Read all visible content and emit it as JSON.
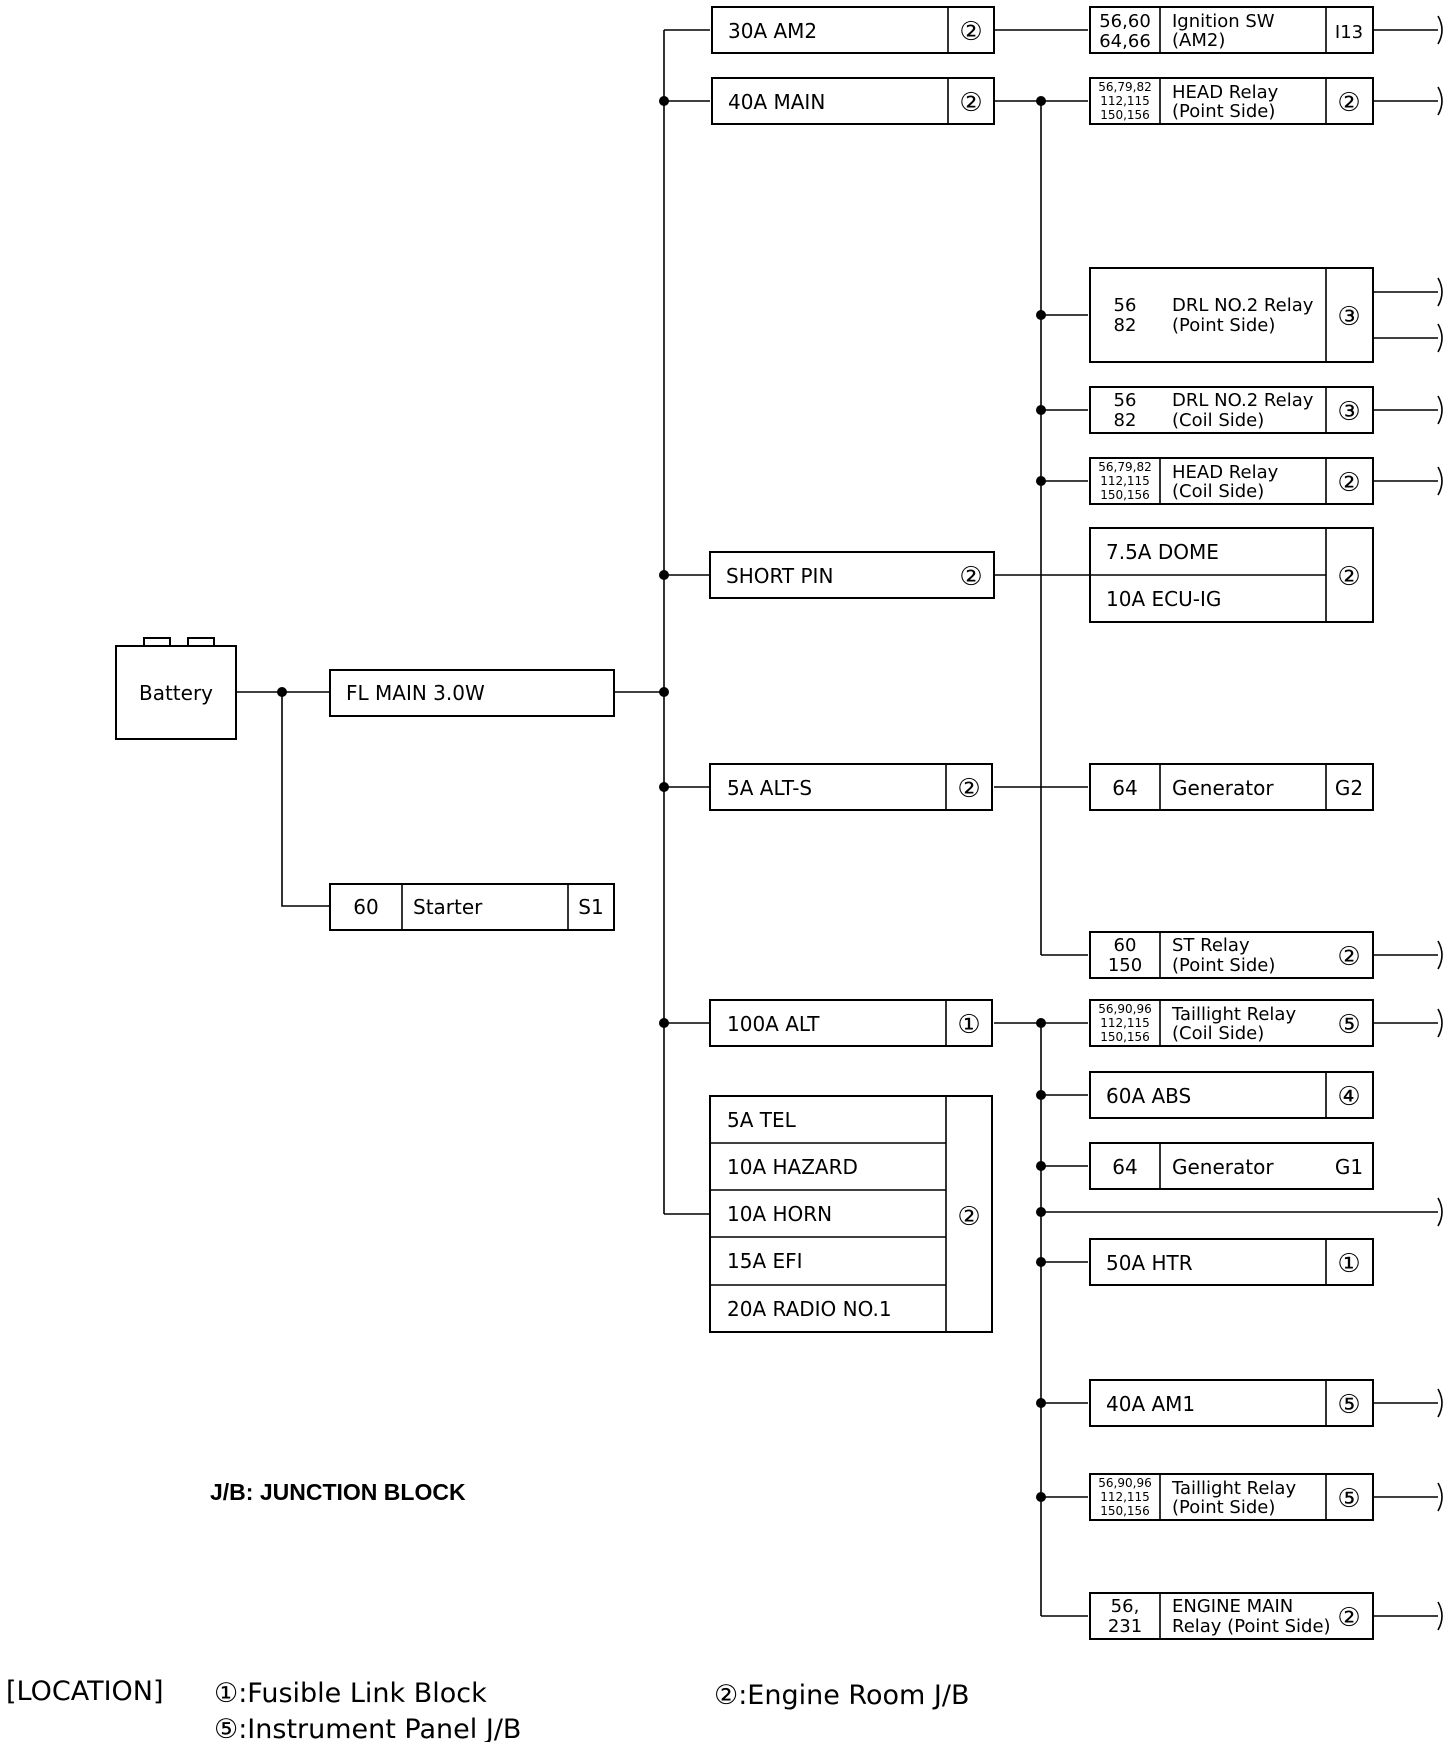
{
  "battery": {
    "label": "Battery"
  },
  "fl_main": {
    "label": "FL MAIN 3.0W"
  },
  "starter": {
    "num": "60",
    "label": "Starter",
    "code": "S1"
  },
  "fuses": {
    "am2": {
      "label": "30A AM2",
      "loc": "②"
    },
    "main": {
      "label": "40A MAIN",
      "loc": "②"
    },
    "short_pin": {
      "label": "SHORT PIN",
      "loc": "②"
    },
    "alt_s": {
      "label": "5A ALT-S",
      "loc": "②"
    },
    "alt": {
      "label": "100A ALT",
      "loc": "①"
    },
    "group": {
      "items": [
        "5A TEL",
        "10A HAZARD",
        "10A HORN",
        "15A EFI",
        "20A RADIO NO.1"
      ],
      "loc": "②"
    }
  },
  "loads": {
    "ign_sw": {
      "nums": [
        "56,60",
        "64,66"
      ],
      "lines": [
        "Ignition SW",
        "(AM2)"
      ],
      "code": "I13"
    },
    "head_point": {
      "nums": [
        "56,79,82",
        "112,115",
        "150,156"
      ],
      "lines": [
        "HEAD Relay",
        "(Point Side)"
      ],
      "loc": "②"
    },
    "drl_point": {
      "nums": [
        "56",
        "82"
      ],
      "lines": [
        "DRL NO.2 Relay",
        "(Point Side)"
      ],
      "loc": "③"
    },
    "drl_coil": {
      "nums": [
        "56",
        "82"
      ],
      "lines": [
        "DRL NO.2 Relay",
        "(Coil Side)"
      ],
      "loc": "③"
    },
    "head_coil": {
      "nums": [
        "56,79,82",
        "112,115",
        "150,156"
      ],
      "lines": [
        "HEAD Relay",
        "(Coil Side)"
      ],
      "loc": "②"
    },
    "dome_ecu": {
      "items": [
        "7.5A DOME",
        "10A ECU-IG"
      ],
      "loc": "②"
    },
    "gen_g2": {
      "num": "64",
      "label": "Generator",
      "code": "G2"
    },
    "st_relay": {
      "nums": [
        "60",
        "150"
      ],
      "lines": [
        "ST Relay",
        "(Point Side)"
      ],
      "loc": "②"
    },
    "tail_coil": {
      "nums": [
        "56,90,96",
        "112,115",
        "150,156"
      ],
      "lines": [
        "Taillight Relay",
        "(Coil Side)"
      ],
      "loc": "⑤"
    },
    "abs": {
      "label": "60A ABS",
      "loc": "④"
    },
    "gen_g1": {
      "num": "64",
      "label": "Generator",
      "code": "G1"
    },
    "htr": {
      "label": "50A HTR",
      "loc": "①"
    },
    "am1": {
      "label": "40A AM1",
      "loc": "⑤"
    },
    "tail_point": {
      "nums": [
        "56,90,96",
        "112,115",
        "150,156"
      ],
      "lines": [
        "Taillight Relay",
        "(Point Side)"
      ],
      "loc": "⑤"
    },
    "eng_main": {
      "nums": [
        "56,",
        "231"
      ],
      "lines": [
        "ENGINE MAIN",
        "Relay (Point Side)"
      ],
      "loc": "②"
    }
  },
  "jb_note": "J/B: JUNCTION BLOCK",
  "location": {
    "title": "[LOCATION]",
    "items": [
      "①:Fusible Link Block",
      "②:Engine Room J/B",
      "⑤:Instrument Panel J/B"
    ]
  }
}
